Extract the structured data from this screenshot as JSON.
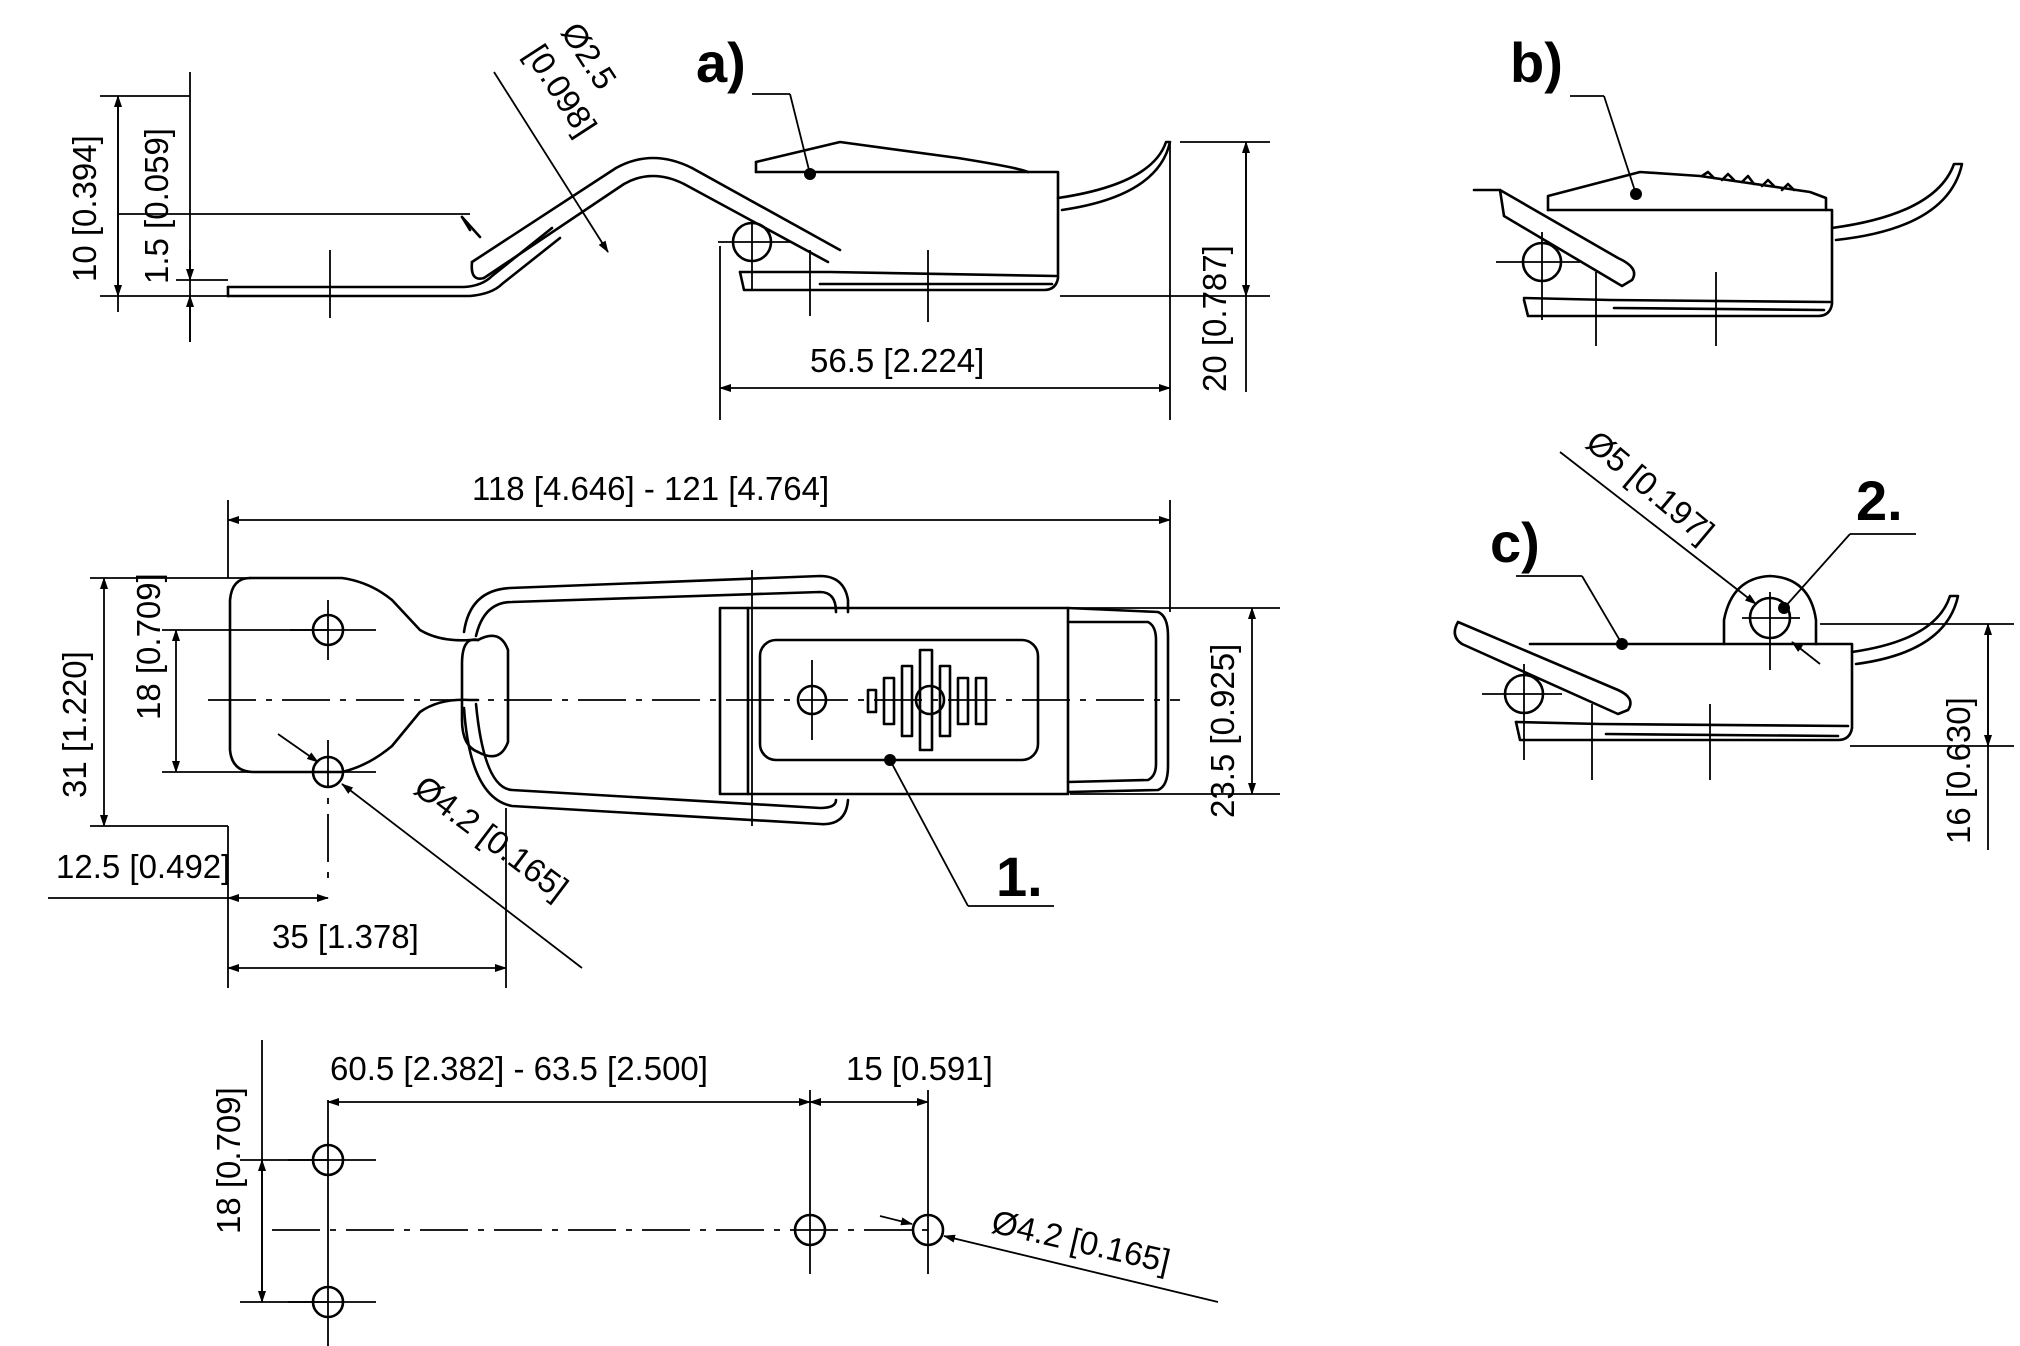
{
  "labels": {
    "view_a": "a)",
    "view_b": "b)",
    "view_c": "c)",
    "item_1": "1.",
    "item_2": "2."
  },
  "dims": {
    "h10": "10 [0.394]",
    "h1_5": "1.5 [0.059]",
    "dia2_5": "Ø2.5",
    "dia2_5_in": "[0.098]",
    "w56_5": "56.5 [2.224]",
    "h20": "20 [0.787]",
    "w118": "118 [4.646] - 121 [4.764]",
    "h18_top": "18 [0.709]",
    "h31": "31 [1.220]",
    "h23_5": "23.5 [0.925]",
    "dia4_2_top": "Ø4.2 [0.165]",
    "w12_5": "12.5 [0.492]",
    "w35": "35 [1.378]",
    "w60_5": "60.5 [2.382] - 63.5 [2.500]",
    "w15": "15 [0.591]",
    "h18_bottom": "18 [0.709]",
    "dia4_2_bottom": "Ø4.2 [0.165]",
    "dia5": "Ø5 [0.197]",
    "h16": "16 [0.630]"
  }
}
